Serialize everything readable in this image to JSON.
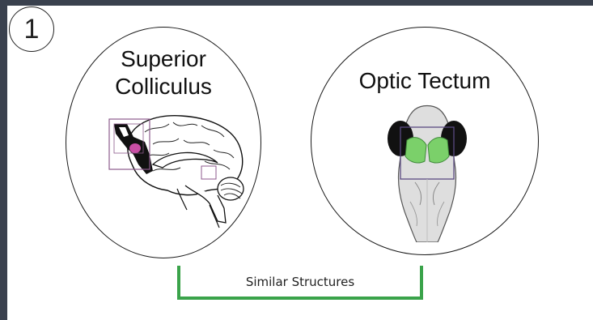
{
  "step": {
    "number": "1"
  },
  "left_panel": {
    "title_line1": "Superior",
    "title_line2": "Colliculus",
    "illustration": "human-brain-sagittal-icon"
  },
  "right_panel": {
    "title": "Optic Tectum",
    "illustration": "zebrafish-larva-dorsal-icon"
  },
  "bracket": {
    "label": "Similar Structures"
  },
  "colors": {
    "background": "#3a414e",
    "bracket": "#3aa34a",
    "tectum_highlight": "#7bd06a",
    "colliculus_highlight": "#c94fa5",
    "box_outline": "#8c5a8c"
  }
}
